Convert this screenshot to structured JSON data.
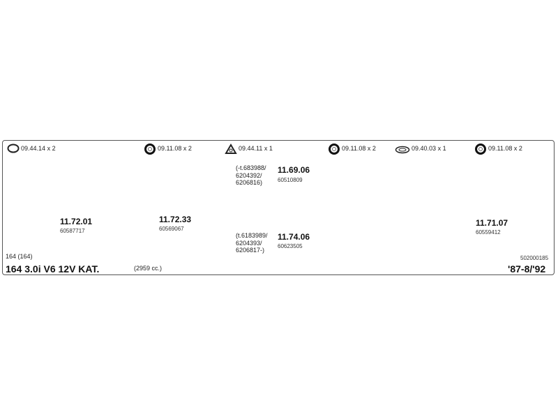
{
  "hardware": [
    {
      "code": "09.44.14",
      "qty": "x 2",
      "icon": "oval-gasket-icon"
    },
    {
      "code": "09.11.08",
      "qty": "x 2",
      "icon": "rubber-ring-icon"
    },
    {
      "code": "09.44.11",
      "qty": "x 1",
      "icon": "triangle-gasket-icon"
    },
    {
      "code": "09.11.08",
      "qty": "x 2",
      "icon": "rubber-ring-icon"
    },
    {
      "code": "09.40.03",
      "qty": "x 1",
      "icon": "flat-gasket-icon"
    },
    {
      "code": "09.11.08",
      "qty": "x 2",
      "icon": "rubber-ring-icon"
    }
  ],
  "parts": [
    {
      "number": "11.72.01",
      "oe": "60587717"
    },
    {
      "number": "11.72.33",
      "oe": "60569067"
    },
    {
      "number": "11.69.06",
      "oe": "60510809",
      "note": [
        "(-t.683988/",
        "6204392/",
        "6206816)"
      ]
    },
    {
      "number": "11.74.06",
      "oe": "60623505",
      "note": [
        "(t.6183989/",
        "6204393/",
        "6206817-)"
      ]
    },
    {
      "number": "11.71.07",
      "oe": "60559412"
    }
  ],
  "vehicle": {
    "model_code": "164 (164)",
    "title": "164  3.0i V6 12V KAT.",
    "displacement": "(2959 cc.)",
    "catalog_number": "502000185",
    "years": "'87-8/'92"
  },
  "colors": {
    "frame": "#555555",
    "parts": "#8a8a8a",
    "pipe": "#9a9a9a",
    "text": "#111111"
  }
}
